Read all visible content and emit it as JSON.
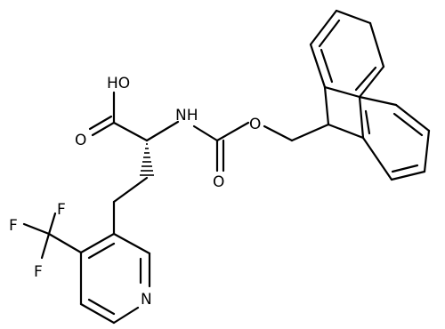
{
  "molecule": {
    "atoms": {
      "oh": "HO",
      "o_acid": "O",
      "nh": "NH",
      "o_carbonyl": "O",
      "o_ester": "O",
      "n_ring": "N",
      "f_top": "F",
      "f_left": "F",
      "f_bottom": "F"
    },
    "stereo": "hashed-wedge"
  }
}
